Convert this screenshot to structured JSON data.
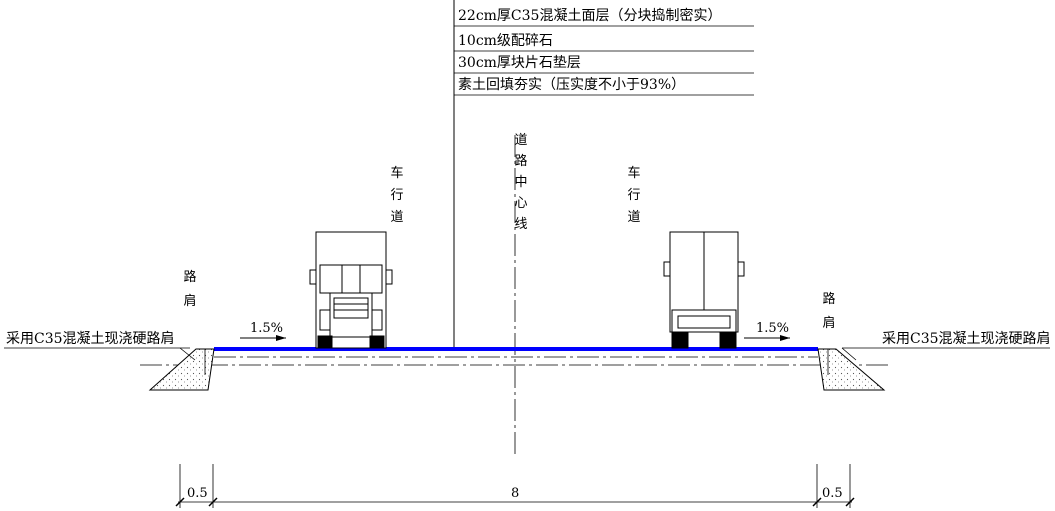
{
  "layers": [
    "22cm厚C35混凝土面层（分块捣制密实）",
    "10cm级配碎石",
    "30cm厚块片石垫层",
    "素土回填夯实（压实度不小于93%）"
  ],
  "labels": {
    "centerline": "道路中心线",
    "lane_left": "车行道",
    "lane_right": "车行道",
    "shoulder_left": "路肩",
    "shoulder_right": "路肩",
    "shoulder_material_left": "采用C35混凝土现浇硬路肩",
    "shoulder_material_right": "采用C35混凝土现浇硬路肩",
    "slope_left": "1.5%",
    "slope_right": "1.5%"
  },
  "dimensions": {
    "left_shoulder": "0.5",
    "carriageway": "8",
    "right_shoulder": "0.5"
  },
  "colors": {
    "pavement": "#0000ff",
    "line": "#000000"
  }
}
